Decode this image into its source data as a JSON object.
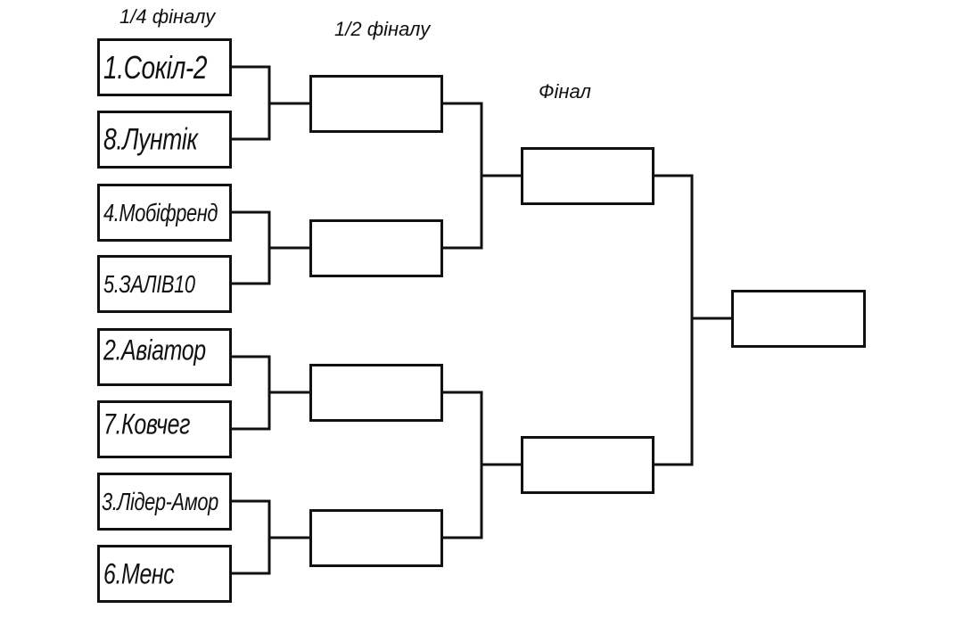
{
  "rounds": {
    "quarterfinal": "1/4 фіналу",
    "semifinal": "1/2 фіналу",
    "final": "Фінал"
  },
  "teams": [
    {
      "label": "1.Сокіл-2"
    },
    {
      "label": "8.Лунтік"
    },
    {
      "label": "4.Мобіфренд"
    },
    {
      "label": "5.ЗАЛІВ10"
    },
    {
      "label": "2.Авіатор"
    },
    {
      "label": "7.Ковчег"
    },
    {
      "label": "3.Лідер-Амор"
    },
    {
      "label": "6.Менс"
    }
  ],
  "semifinal_slots": [
    "",
    "",
    "",
    ""
  ],
  "final_slots": [
    "",
    ""
  ],
  "winner_slot": "",
  "colors": {
    "line": "#111111",
    "background": "#ffffff"
  }
}
